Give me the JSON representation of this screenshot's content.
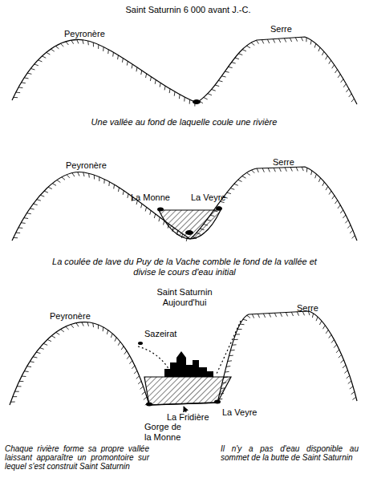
{
  "diagram": {
    "title": "Saint Saturnin 6 000 avant J.-C.",
    "labels": [
      "Peyronère",
      "Serre",
      "Une vallée au fond de laquelle coule une rivière",
      "Peyronère",
      "Serre",
      "La Monne",
      "La Veyre",
      "La coulée de lave du Puy de la Vache comble le fond de la vallée et divise le cours d'eau initial",
      "Saint Saturnin Aujourd'hui",
      "Peyronère",
      "Serre",
      "Sazeirat",
      "Gorge de la Monne",
      "La Fridière",
      "La Veyre",
      "Chaque rivière forme sa propre vallée laissant apparaître un promontoire sur lequel s'est construit Saint Saturnin",
      "Il n'y a pas d'eau disponible au sommet de la butte de Saint Saturnin"
    ]
  }
}
